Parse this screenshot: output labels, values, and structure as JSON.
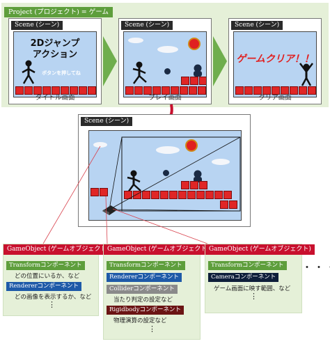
{
  "project": {
    "label": "Project (プロジェクト) = ゲーム"
  },
  "scenes": [
    {
      "tag": "Scene (シーン)",
      "title_line1": "2Dジャンプ",
      "title_line2": "アクション",
      "press": "ボタンを押してね",
      "caption": "タイトル画面"
    },
    {
      "tag": "Scene (シーン)",
      "caption": "プレイ画面"
    },
    {
      "tag": "Scene (シーン)",
      "clear_text": "ゲームクリア！！",
      "caption": "クリア画面"
    }
  ],
  "detail_scene": {
    "tag": "Scene (シーン)"
  },
  "gameobjects": [
    {
      "header": "GameObject (ゲームオブジェクト)",
      "components": [
        {
          "label": "Transformコンポーネント",
          "desc": "どの位置にいるか、など",
          "color": "#5e9e3c"
        },
        {
          "label": "Rendererコンポーネント",
          "desc": "どの画像を表示するか、など",
          "color": "#1e5aa8"
        }
      ],
      "more": "⋮"
    },
    {
      "header": "GameObject (ゲームオブジェクト)",
      "components": [
        {
          "label": "Transformコンポーネント",
          "color": "#5e9e3c"
        },
        {
          "label": "Rendererコンポーネント",
          "color": "#1e5aa8"
        },
        {
          "label": "Colliderコンポーネント",
          "desc": "当たり判定の設定など",
          "color": "#8a8a8a"
        },
        {
          "label": "Rigidbodyコンポーネント",
          "desc": "物理演算の設定など",
          "color": "#6b1414"
        }
      ],
      "more": "⋮"
    },
    {
      "header": "GameObject (ゲームオブジェクト)",
      "components": [
        {
          "label": "Transformコンポーネント",
          "color": "#5e9e3c"
        },
        {
          "label": "Cameraコンポーネント",
          "desc": "ゲーム画面に映す範囲、など",
          "color": "#0e1e3a"
        }
      ],
      "more": "⋮"
    }
  ],
  "more_objects": "・・・",
  "colors": {
    "project_bg": "#e5f0d8",
    "project_tag": "#5e9e3c",
    "gameobject_header": "#c8102e",
    "brick": "#e02626",
    "sky": "#b8d4f2",
    "transition_arrow": "#c8102e"
  }
}
